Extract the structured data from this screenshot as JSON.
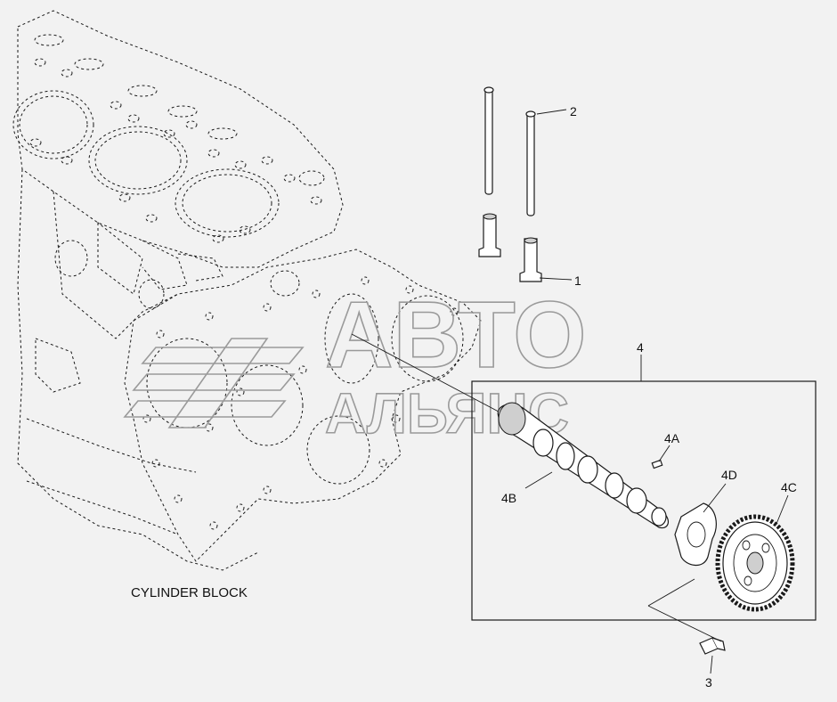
{
  "diagram": {
    "caption": "CYLINDER BLOCK",
    "callouts": {
      "c1": "1",
      "c2": "2",
      "c3": "3",
      "c4": "4",
      "c4a": "4A",
      "c4b": "4B",
      "c4c": "4C",
      "c4d": "4D"
    }
  },
  "watermark": {
    "line1": "АВТО",
    "line2": "АЛЬЯНС"
  }
}
